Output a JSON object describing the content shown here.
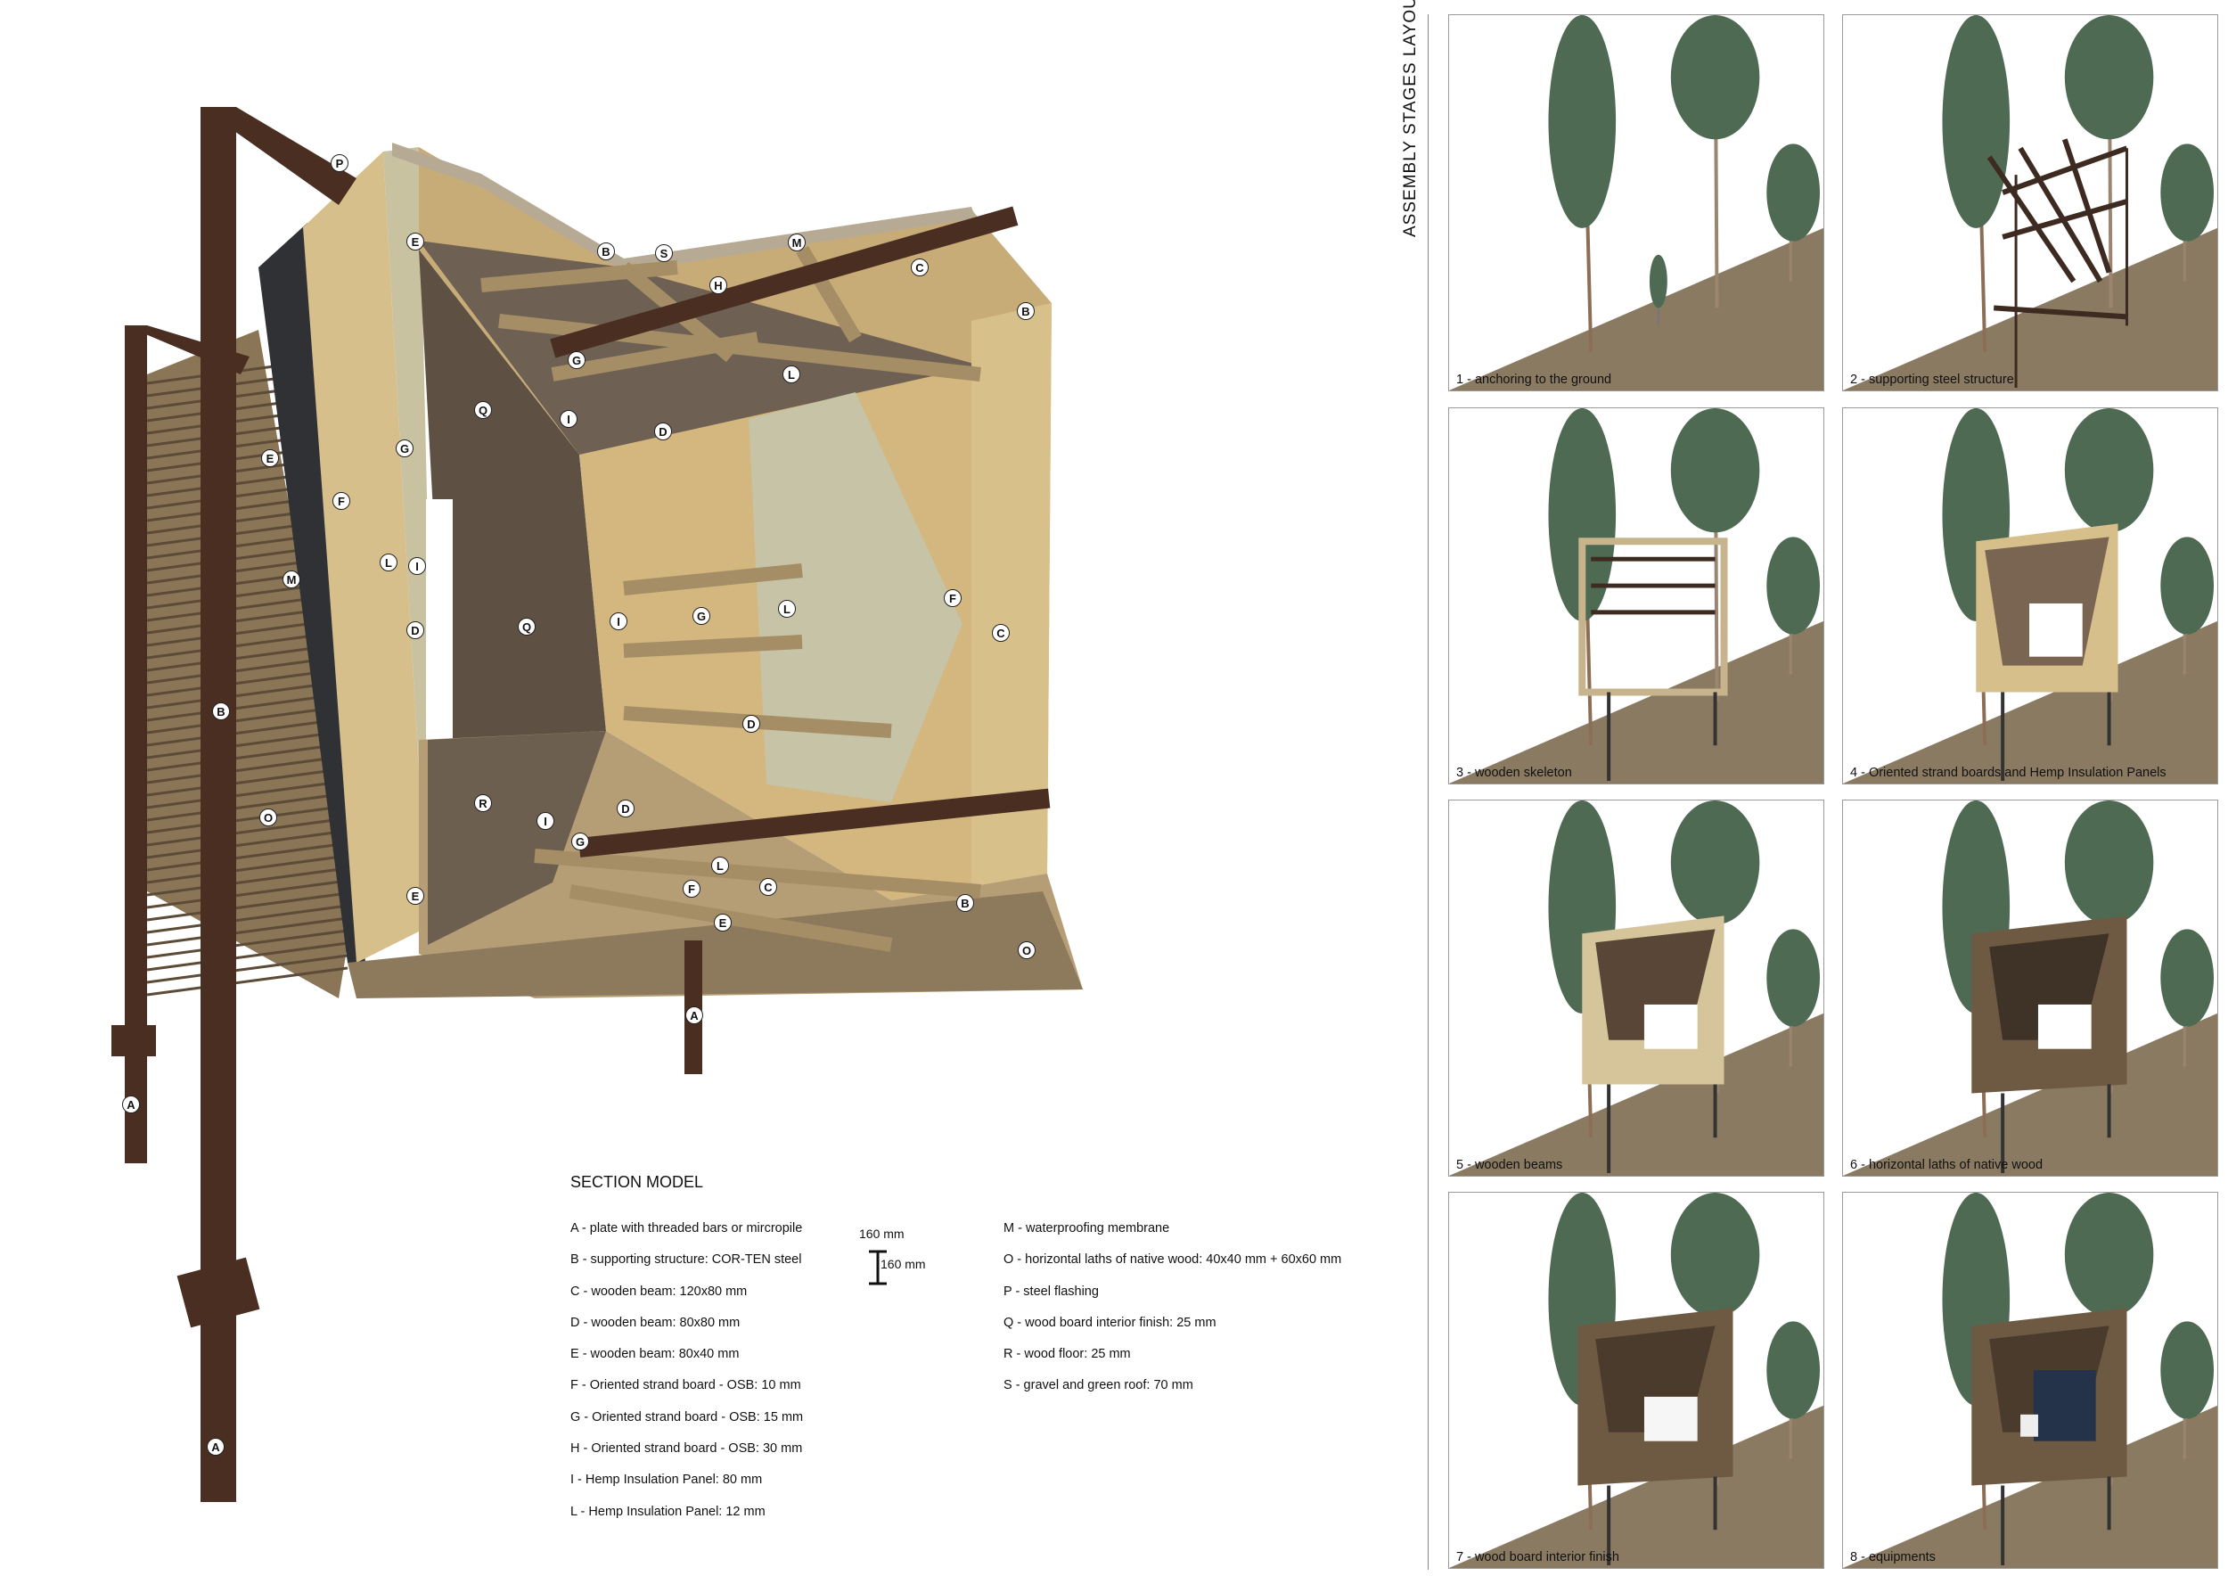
{
  "diagram": {
    "markers": [
      "P",
      "E",
      "B",
      "S",
      "M",
      "C",
      "B",
      "H",
      "G",
      "L",
      "Q",
      "I",
      "D",
      "G",
      "E",
      "F",
      "M",
      "L",
      "I",
      "D",
      "Q",
      "I",
      "G",
      "L",
      "F",
      "C",
      "B",
      "D",
      "O",
      "R",
      "I",
      "D",
      "G",
      "L",
      "C",
      "F",
      "E",
      "B",
      "E",
      "O",
      "A",
      "A",
      "A"
    ]
  },
  "legend": {
    "title": "SECTION MODEL",
    "left_items": [
      "A - plate with threaded bars or mircropile",
      "B - supporting structure:  COR-TEN steel",
      "C - wooden beam:  120x80 mm",
      "D - wooden beam:    80x80 mm",
      "E - wooden beam:    80x40 mm",
      "F - Oriented strand board - OSB: 10 mm",
      "G - Oriented strand board - OSB: 15 mm",
      "H - Oriented strand board - OSB: 30 mm",
      "I - Hemp Insulation Panel: 80 mm",
      "L - Hemp Insulation Panel: 12 mm"
    ],
    "right_items": [
      "M - waterproofing membrane",
      "O - horizontal laths of native wood: 40x40 mm + 60x60 mm",
      "P - steel flashing",
      "Q - wood board interior finish: 25 mm",
      "R - wood floor: 25 mm",
      "S - gravel and green roof: 70 mm"
    ],
    "ibeam_width": "160 mm",
    "ibeam_height": "160 mm"
  },
  "assembly": {
    "title": "ASSEMBLY STAGES LAYOUT",
    "stages": [
      {
        "caption": "1 - anchoring to the ground"
      },
      {
        "caption": "2 - supporting steel structure"
      },
      {
        "caption": "3 - wooden skeleton"
      },
      {
        "caption": "4 - Oriented strand boards and Hemp Insulation Panels"
      },
      {
        "caption": "5 - wooden beams"
      },
      {
        "caption": "6 - horizontal laths of native wood"
      },
      {
        "caption": "7 - wood board interior finish"
      },
      {
        "caption": "8 - equipments"
      }
    ]
  },
  "colors": {
    "steel": "#4a2e22",
    "osb": "#d6bf8a",
    "hemp": "#c9c2a0",
    "laths": "#8a7556",
    "interior": "#5e5144",
    "ground": "#8a7a62",
    "foliage": "#4f6a52"
  }
}
